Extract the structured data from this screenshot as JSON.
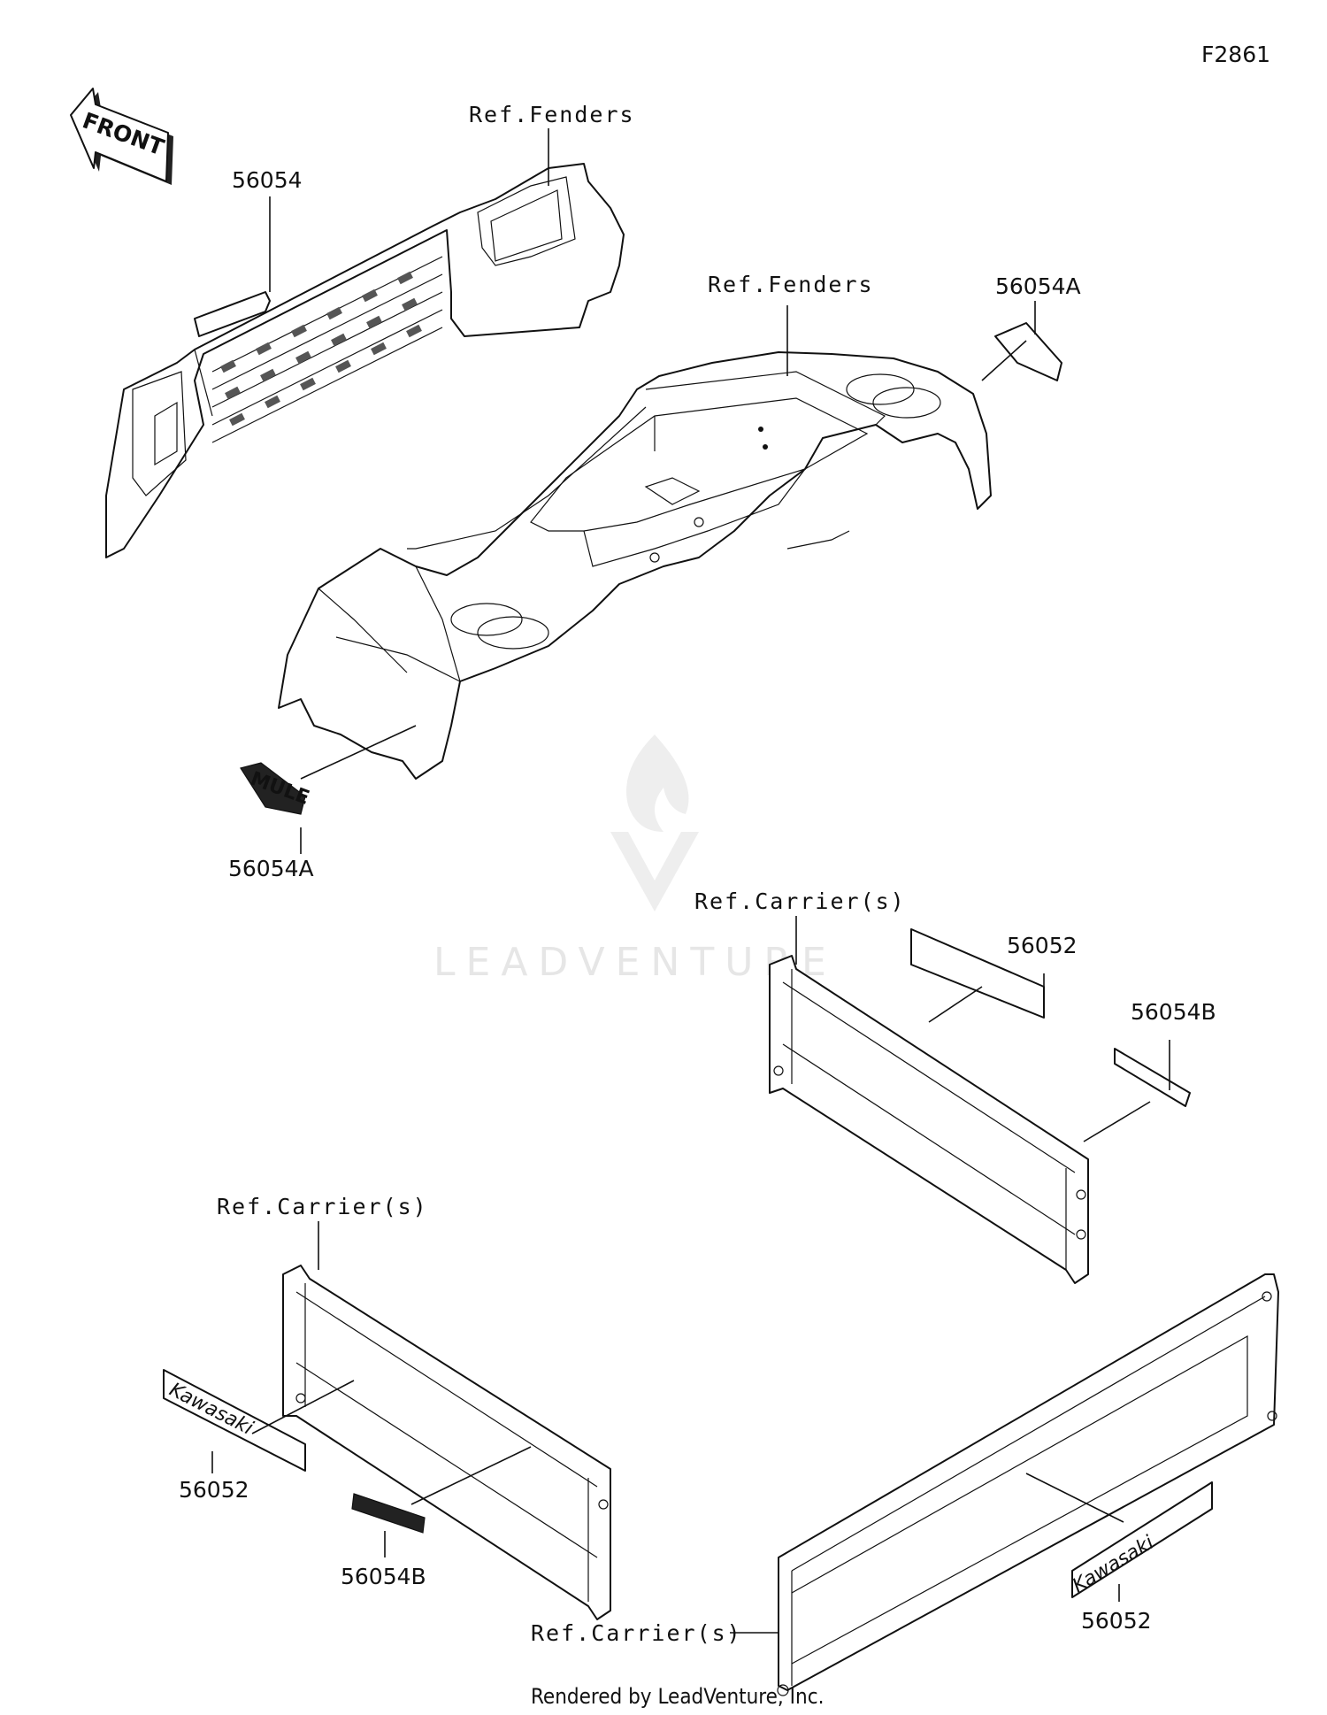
{
  "figure_code": "F2861",
  "front_label": "FRONT",
  "watermark": "LEADVENTURE",
  "credit": "Rendered by LeadVenture, Inc.",
  "references": {
    "fenders_top": "Ref.Fenders",
    "fenders_mid": "Ref.Fenders",
    "carrier_right": "Ref.Carrier(s)",
    "carrier_left": "Ref.Carrier(s)",
    "carrier_bottom": "Ref.Carrier(s)"
  },
  "parts": {
    "p_56054": "56054",
    "p_56054a_right": "56054A",
    "p_56054a_left": "56054A",
    "p_56052_right": "56052",
    "p_56054b_right": "56054B",
    "p_56052_left": "56052",
    "p_56054b_left": "56054B",
    "p_56052_bottom": "56052"
  },
  "decals": {
    "mule_logo": "MULE",
    "kawasaki_left": "Kawasaki",
    "kawasaki_bottom": "Kawasaki"
  }
}
